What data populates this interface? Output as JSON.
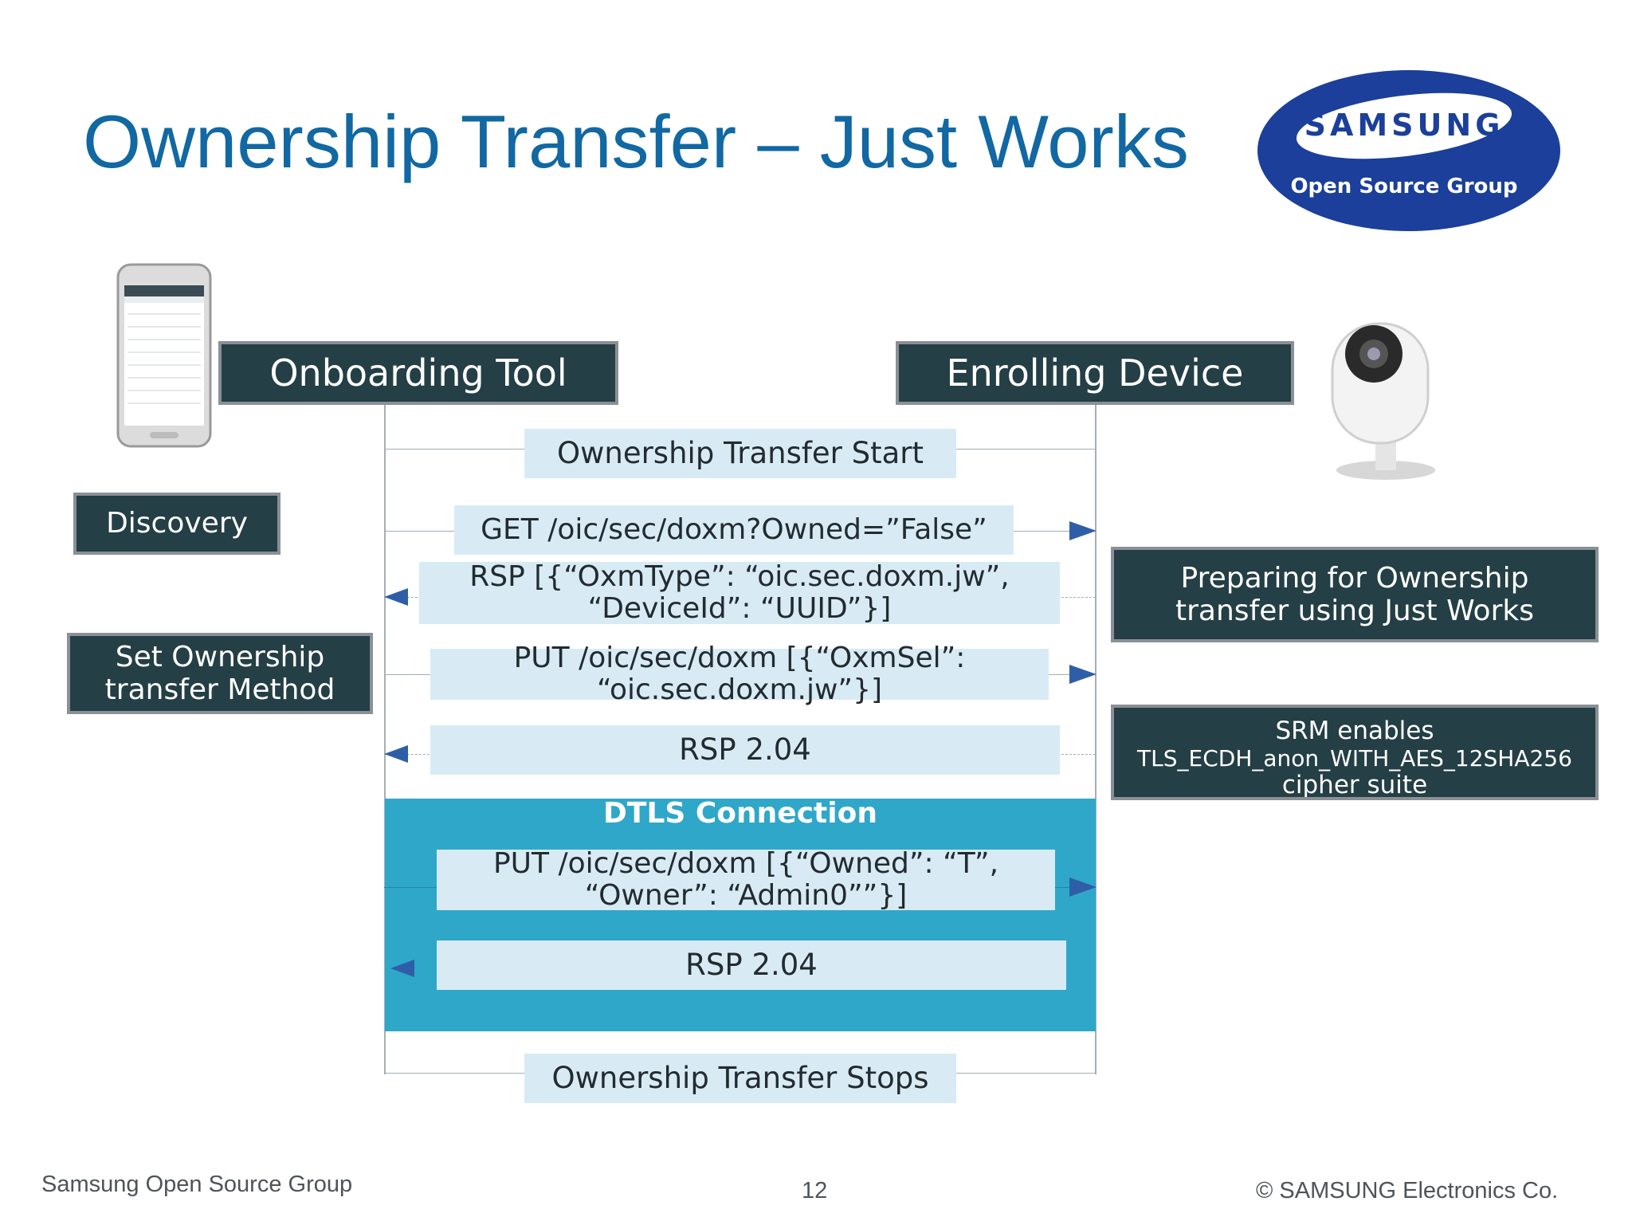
{
  "slide": {
    "title": "Ownership Transfer – Just Works",
    "page_number": "12"
  },
  "logo": {
    "brand": "SAMSUNG",
    "tagline": "Open Source Group",
    "color": "#1b3f9a"
  },
  "actors": {
    "left": "Onboarding Tool",
    "right": "Enrolling Device"
  },
  "side_notes_left": {
    "discovery": "Discovery",
    "set_method_line1": "Set Ownership",
    "set_method_line2": "transfer Method"
  },
  "side_notes_right": {
    "preparing_line1": "Preparing for Ownership",
    "preparing_line2": "transfer using Just Works",
    "srm_line1": "SRM enables",
    "srm_line2": "TLS_ECDH_anon_WITH_AES_12SHA256",
    "srm_line3": "cipher suite"
  },
  "messages": {
    "start": "Ownership Transfer Start",
    "get_doxm": "GET /oic/sec/doxm?Owned=”False”",
    "rsp_doxm_line1": "RSP [{“OxmType”: “oic.sec.doxm.jw”,",
    "rsp_doxm_line2": "“DeviceId”: “UUID”}]",
    "put_oxmsel_line1": "PUT /oic/sec/doxm [{“OxmSel”:",
    "put_oxmsel_line2": "“oic.sec.doxm.jw”}]",
    "rsp_204_a": "RSP 2.04",
    "dtls_label": "DTLS Connection",
    "put_owned_line1": "PUT /oic/sec/doxm [{“Owned”: “T”,",
    "put_owned_line2": "“Owner”: “Admin0””}]",
    "rsp_204_b": "RSP 2.04",
    "stop": "Ownership Transfer Stops"
  },
  "footer": {
    "left": "Samsung Open Source Group",
    "right": "© SAMSUNG Electronics Co."
  },
  "colors": {
    "title": "#1168a3",
    "box_dark": "#243f45",
    "message_bg": "#d8ebf5",
    "dtls_bg": "#2fa7c9",
    "arrow": "#2f5ea8"
  },
  "icons": [
    "smartphone-icon",
    "camera-icon",
    "arrow-right-icon",
    "arrow-left-icon"
  ]
}
